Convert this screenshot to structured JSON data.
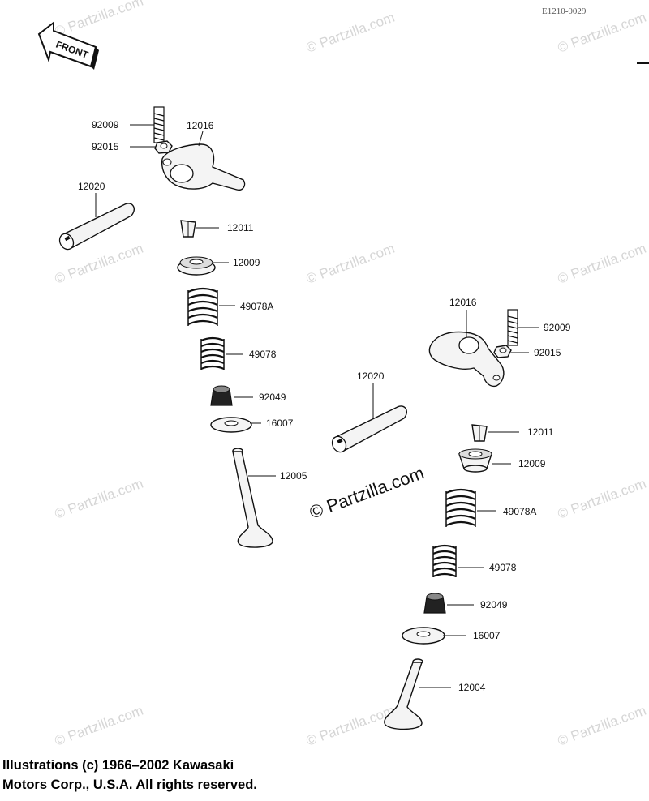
{
  "diagram_code": "E1210-0029",
  "front_label": "FRONT",
  "watermark_text": "© Partzilla.com",
  "watermark_center": "© Partzilla.com",
  "copyright": {
    "line1": "Illustrations (c) 1966–2002 Kawasaki",
    "line2": "Motors Corp., U.S.A.  All rights reserved."
  },
  "left_assembly": {
    "adjuster_screw": "92009",
    "locknut": "92015",
    "rocker_arm": "12016",
    "rocker_shaft": "12020",
    "cotter": "12011",
    "retainer": "12009",
    "outer_spring": "49078A",
    "inner_spring": "49078",
    "oil_seal": "92049",
    "spring_seat": "16007",
    "valve": "12005"
  },
  "right_assembly": {
    "rocker_arm": "12016",
    "adjuster_screw": "92009",
    "locknut": "92015",
    "rocker_shaft": "12020",
    "cotter": "12011",
    "retainer": "12009",
    "outer_spring": "49078A",
    "inner_spring": "49078",
    "oil_seal": "92049",
    "spring_seat": "16007",
    "valve": "12004"
  }
}
